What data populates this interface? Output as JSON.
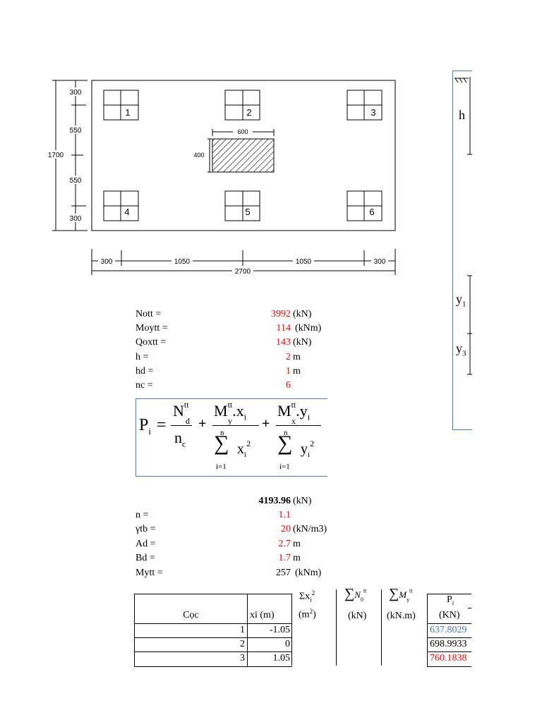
{
  "drawing": {
    "dim_vertical": [
      "300",
      "550",
      "1700",
      "400",
      "550",
      "300"
    ],
    "dim_horizontal": [
      "300",
      "1050",
      "1050",
      "300",
      "2700"
    ],
    "column_width_label": "600",
    "pile_numbers": [
      "1",
      "2",
      "3",
      "4",
      "5",
      "6"
    ]
  },
  "side_panel": {
    "h_label": "h",
    "y1_label": "y",
    "y1_sub": "1",
    "y3_label": "y",
    "y3_sub": "3"
  },
  "params": [
    {
      "label": "Nott  =",
      "value": "3992",
      "unit": "(kN)"
    },
    {
      "label": "Moytt =",
      "value": "114",
      "unit": "(kNm)"
    },
    {
      "label": "Qoxtt =",
      "value": "143",
      "unit": "(kN)"
    },
    {
      "label": "h =",
      "value": "2",
      "unit": "m"
    },
    {
      "label": "hd =",
      "value": "1",
      "unit": "m"
    },
    {
      "label": "nc =",
      "value": "6",
      "unit": ""
    }
  ],
  "formula": {
    "lhs": "P",
    "lhs_sub": "i",
    "eq": "=",
    "n": "N",
    "n_sup": "tt",
    "n_sub": "d",
    "nc": "n",
    "nc_sub": "c",
    "plus": "+",
    "m1": "M",
    "m1_sup": "tt",
    "m1_sub": "y",
    "m1_tail": ".x",
    "m1_tail_sub": "i",
    "m2": "M",
    "m2_sup": "tt",
    "m2_sub": "x",
    "m2_tail": ".y",
    "m2_tail_sub": "i",
    "sum_top": "n",
    "sum_sym": "∑",
    "sum_bottom": "i=1",
    "sum1_var": "x",
    "sum1_sub": "i",
    "sum2_var": "y",
    "sum2_sub": "i",
    "sq": "2"
  },
  "total": {
    "value": "4193.96",
    "unit": "(kN)"
  },
  "params2": [
    {
      "label": "n =",
      "value": "1.1",
      "unit": ""
    },
    {
      "label": "γtb =",
      "value": "20",
      "unit": "(kN/m3)"
    },
    {
      "label": "Ad =",
      "value": "2.7",
      "unit": "m"
    },
    {
      "label": "Bd =",
      "value": "1.7",
      "unit": "m"
    },
    {
      "label": "Mytt =",
      "value": "257",
      "unit": "(kNm)"
    }
  ],
  "table": {
    "headers": {
      "coc": "Cọc",
      "xi": "xi (m)",
      "sumx2_top": "Σx",
      "sumx2_top_sub": "i",
      "sumx2_top_sup": "2",
      "sumx2_bottom": "(m",
      "sumx2_bottom_sup": "2",
      "sumx2_bottom_close": ")",
      "sumN_sym": "∑",
      "sumN_var": "N",
      "sumN_sup": "tt",
      "sumN_sub": "0",
      "sumN_unit": "(kN)",
      "sumM_sym": "∑",
      "sumM_var": "M",
      "sumM_sup": "tt",
      "sumM_sub": "y",
      "sumM_unit": "(kN.m)",
      "pi": "P",
      "pi_sub": "i",
      "pi_unit": "(KN)"
    },
    "rows": [
      {
        "coc": "1",
        "xi": "-1.05",
        "pi": "637.8029"
      },
      {
        "coc": "2",
        "xi": "0",
        "pi": "698.9933"
      },
      {
        "coc": "3",
        "xi": "1.05",
        "pi": "760.1838"
      }
    ]
  },
  "colors": {
    "input": "#ff0000",
    "min": "#4472c4",
    "max": "#ff0000"
  }
}
